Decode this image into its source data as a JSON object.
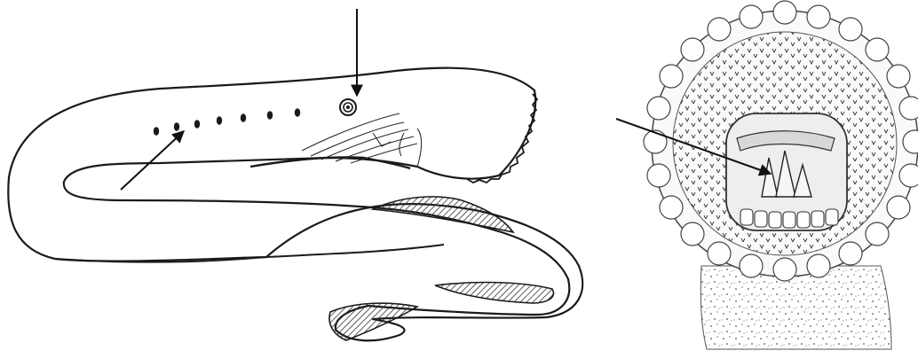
{
  "figure": {
    "panels": [
      {
        "subject": "lamprey-side-view",
        "features": [
          "gill-pores",
          "eye",
          "oral-disc",
          "dorsal-fins"
        ]
      },
      {
        "subject": "lamprey-oral-disc-front-view",
        "features": [
          "horny-teeth",
          "tongue-teeth",
          "oral-fimbriae"
        ]
      }
    ],
    "arrows": [
      {
        "points_to": "gill-pores"
      },
      {
        "points_to": "eye"
      },
      {
        "points_to": "tongue-teeth"
      }
    ],
    "colors": {
      "ink": "#1a1a1a",
      "hatch": "#333333",
      "background": "#ffffff"
    }
  }
}
